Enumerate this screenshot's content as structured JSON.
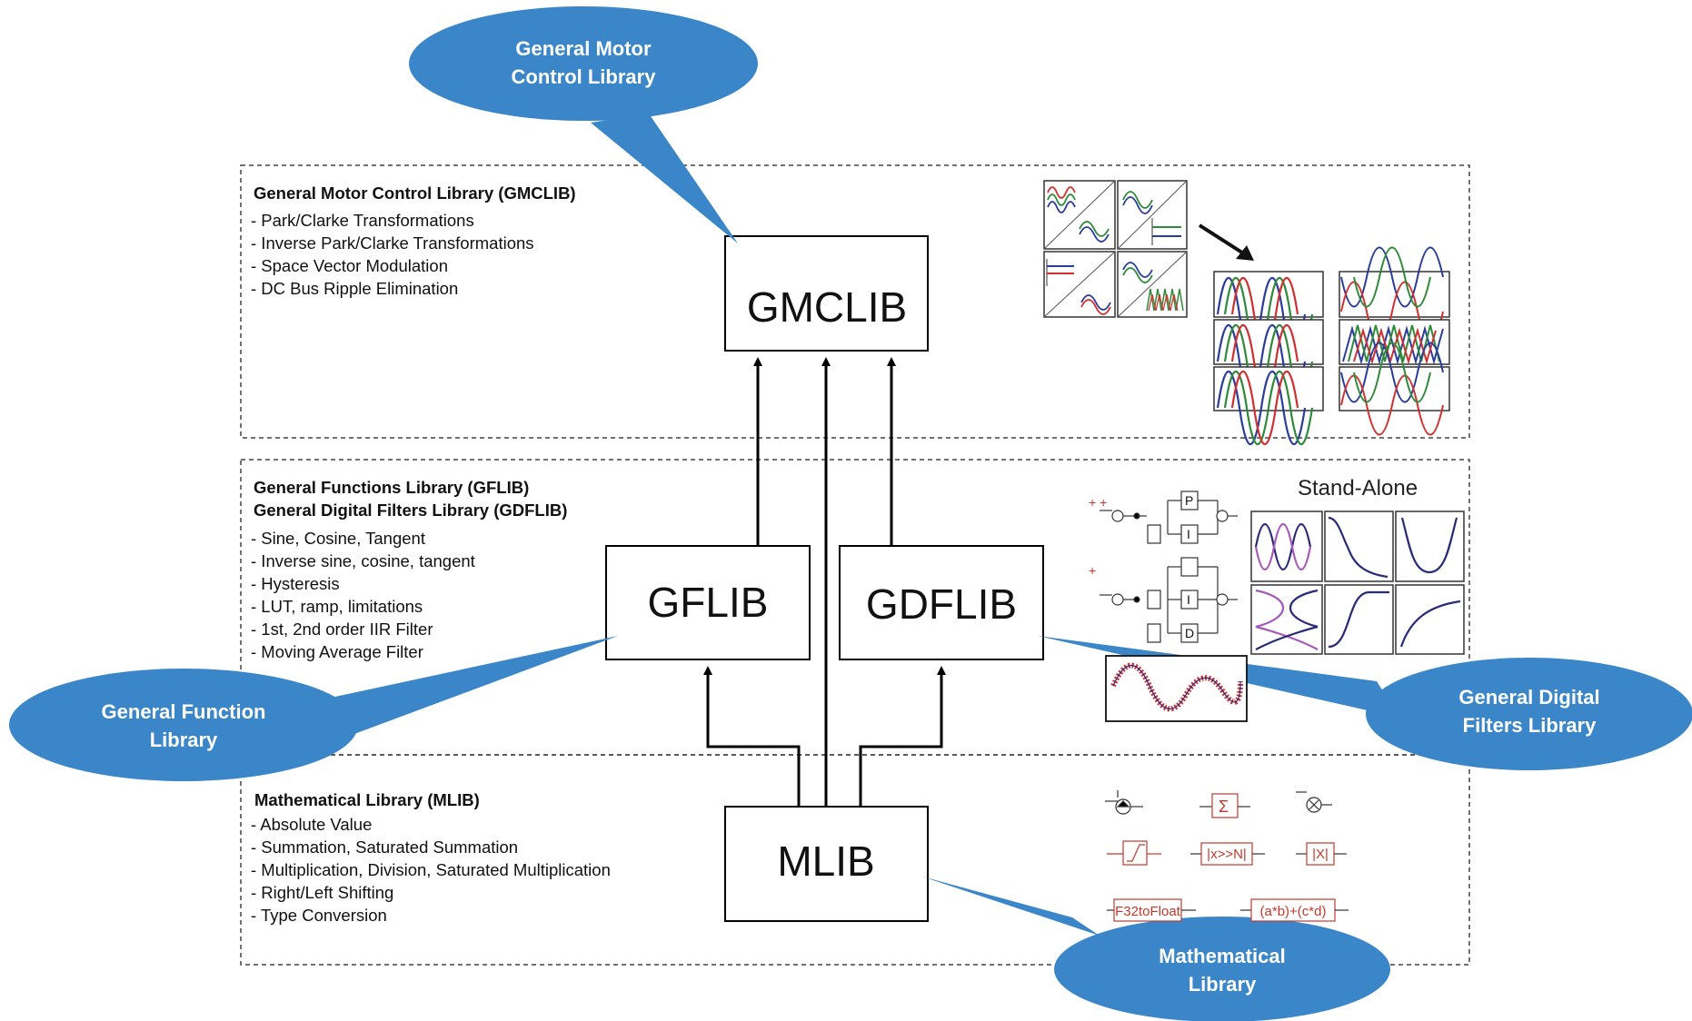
{
  "layers": {
    "gmclib": {
      "titles": [
        "General Motor Control Library (GMCLIB)"
      ],
      "items": [
        "- Park/Clarke Transformations",
        "- Inverse Park/Clarke Transformations",
        "- Space Vector Modulation",
        "- DC Bus Ripple Elimination"
      ]
    },
    "gflib": {
      "titles": [
        "General Functions Library (GFLIB)",
        "General Digital Filters Library (GDFLIB)"
      ],
      "items": [
        "- Sine, Cosine, Tangent",
        "- Inverse sine, cosine, tangent",
        "- Hysteresis",
        "- LUT, ramp, limitations",
        "- 1st, 2nd order IIR Filter",
        "- Moving Average Filter"
      ]
    },
    "mlib": {
      "titles": [
        "Mathematical Library (MLIB)"
      ],
      "items": [
        "- Absolute Value",
        "- Summation, Saturated Summation",
        "- Multiplication, Division, Saturated Multiplication",
        "- Right/Left Shifting",
        "- Type Conversion"
      ]
    }
  },
  "boxes": {
    "gmclib": "GMCLIB",
    "gflib": "GFLIB",
    "gdflib": "GDFLIB",
    "mlib": "MLIB"
  },
  "callouts": {
    "gmclib": [
      "General Motor",
      "Control Library"
    ],
    "gflib": [
      "General Function",
      "Library"
    ],
    "gdflib": [
      "General Digital",
      "Filters Library"
    ],
    "mlib": [
      "Mathematical",
      "Library"
    ]
  },
  "standalone_label": "Stand-Alone",
  "pi_blocks": {
    "p": "P",
    "i": "I",
    "d": "D"
  },
  "function_blocks": {
    "abs_n": "|x>>N|",
    "abs": "|X|",
    "f32": "F32toFloat",
    "mac": "(a*b)+(c*d)"
  },
  "icons": [
    "sum-icon",
    "sigma-icon",
    "multiply-icon",
    "saturation-icon"
  ],
  "colors": {
    "callout": "#3a86c8",
    "callout_text": "#ffffff",
    "red": "#d03030",
    "green": "#2f8a3a",
    "blue": "#2a3d9a",
    "purple": "#a45ab8",
    "navy": "#2a2a78"
  }
}
